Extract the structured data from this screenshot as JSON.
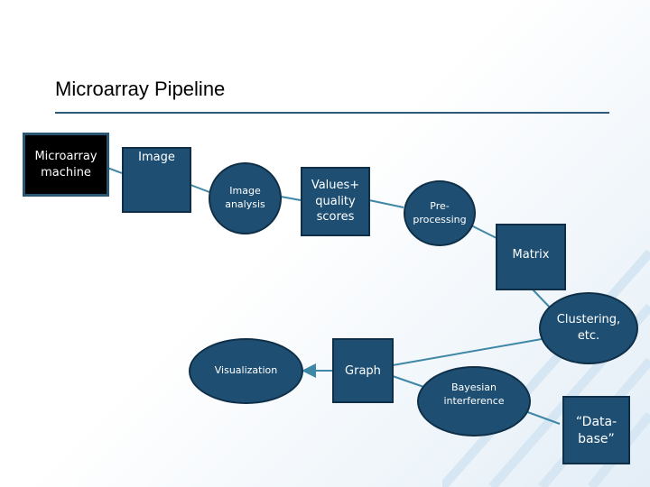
{
  "slide": {
    "title": "Microarray Pipeline"
  },
  "nodes": {
    "machine": "Microarray machine",
    "image": "Image",
    "image_analysis": "Image analysis",
    "values": "Values+ quality scores",
    "preprocessing": "Pre-processing",
    "matrix": "Matrix",
    "clustering": "Clustering, etc.",
    "visualization": "Visualization",
    "graph": "Graph",
    "bayesian": "Bayesian interference",
    "database": "“Data-base”"
  },
  "colors": {
    "node_fill": "#1e4f72",
    "node_border": "#0f2f48",
    "edge": "#3f87a6",
    "title_rule": "#2b5a7a"
  }
}
